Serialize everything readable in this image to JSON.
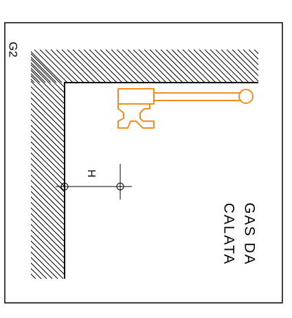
{
  "diagram": {
    "code": "G2",
    "dimension_label": "H",
    "caption_line1": "GAS DA",
    "caption_line2": "CALATA"
  },
  "colors": {
    "line": "#000000",
    "hatch": "#000000",
    "accent": "#f28c1e",
    "background": "#ffffff"
  },
  "icons": {
    "gripper": "orange-gripper-tool-icon"
  }
}
